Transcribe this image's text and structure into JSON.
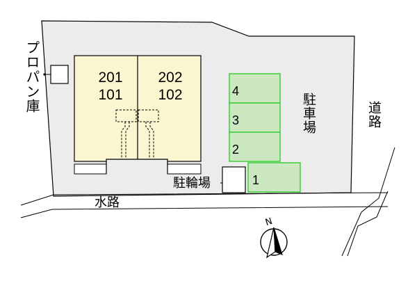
{
  "labels": {
    "propane_store": "プロパン庫",
    "parking": "駐車場",
    "road": "道路",
    "waterway": "水路",
    "bicycle_parking": "駐輪場",
    "north": "N"
  },
  "units": {
    "left_top": "201",
    "left_bottom": "101",
    "right_top": "202",
    "right_bottom": "102"
  },
  "parking_spaces": [
    "4",
    "3",
    "2",
    "1"
  ],
  "colors": {
    "lot_fill": "#ececec",
    "building_fill": "#fbf6cf",
    "parking_fill": "#cce8c0",
    "parking_stroke": "#33cc33",
    "line": "#000000"
  }
}
